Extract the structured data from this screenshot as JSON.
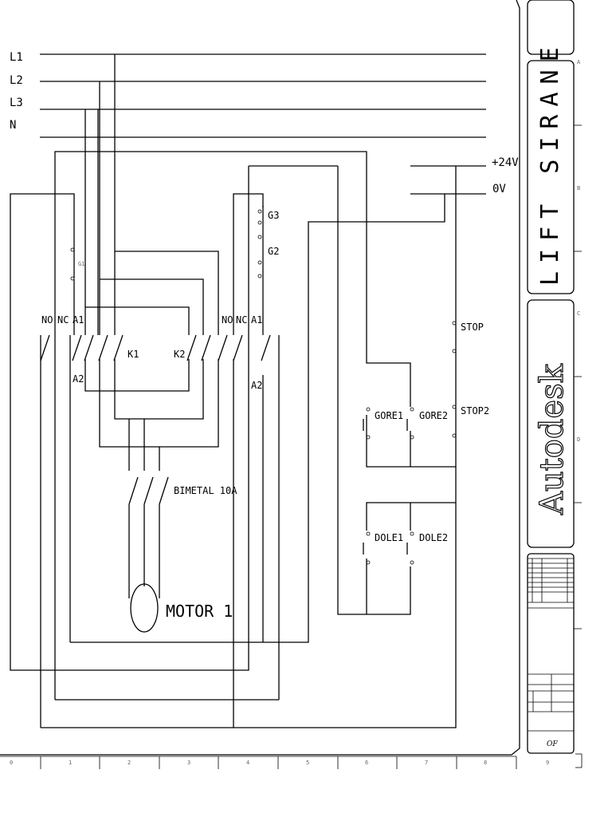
{
  "title_block": {
    "project_title": "LIFT SIRANE",
    "brand": "Autodesk",
    "sheet_label": "OF"
  },
  "supply": {
    "l1": "L1",
    "l2": "L2",
    "l3": "L3",
    "n": "N",
    "plus24": "+24V",
    "zero_v": "0V"
  },
  "contactor_k1": {
    "name": "K1",
    "no": "NO",
    "nc": "NC",
    "a1": "A1",
    "a2": "A2"
  },
  "contactor_k2": {
    "name": "K2",
    "no": "NO",
    "nc": "NC",
    "a1": "A1",
    "a2": "A2"
  },
  "switches": {
    "g1": "G1",
    "g2": "G2",
    "g3": "G3",
    "stop": "STOP",
    "stop2": "STOP2",
    "gore1": "GORE1",
    "gore2": "GORE2",
    "dole1": "DOLE1",
    "dole2": "DOLE2"
  },
  "overload": "BIMETAL 10A",
  "motor": "MOTOR 1",
  "grid_numbers": [
    "0",
    "1",
    "2",
    "3",
    "4",
    "5",
    "6",
    "7",
    "8",
    "9"
  ],
  "row_letters": [
    "A",
    "B",
    "C",
    "D"
  ],
  "colors": {
    "ink": "#000000",
    "paper": "#ffffff",
    "grid_text": "#666666"
  }
}
